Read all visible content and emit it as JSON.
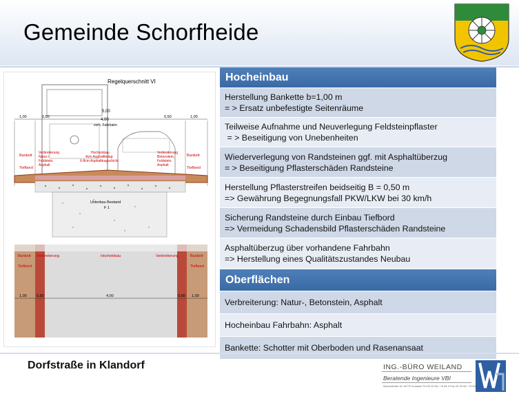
{
  "header": {
    "title": "Gemeinde Schorfheide"
  },
  "drawing": {
    "caption": "Regelquerschnitt VI",
    "dim_total": "5,00",
    "dim_road": "4,00",
    "dim_road_note": "vorh. Fahrbahn",
    "dim_left": "1,00",
    "dim_left_b": "0,50",
    "dim_right_b": "0,50",
    "dim_right": "1,00",
    "lbl_bankett_l": "Bankett",
    "lbl_tiefbord_l": "Tiefbord",
    "lbl_verbreiterung_l": "Verbreiterung\nNatur-/\nFeldstein,\nAsphalt",
    "lbl_hocheinbau": "Hocheinbau\n4cm Asphaltbelag\n6-8cm Asphalttragschicht",
    "lbl_verbreiterung_r": "Verbreiterung\nBetonstein,\nFeldstein,\nAsphalt",
    "lbl_bankett_r": "Bankett",
    "lbl_tiefbord_r": "Tiefbord",
    "lbl_unterbau": "Unterbau Bestand",
    "lbl_unterbau2": "F 1",
    "plan_bankett_l": "Bankett",
    "plan_verbreiterung_l": "Verbreiterung",
    "plan_tiefbord_l": "Tiefbord",
    "plan_hocheinbau": "Hocheinbau",
    "plan_verbreiterung_r": "Verbreiterung",
    "plan_bankett_r": "Bankett",
    "plan_tiefbord_r": "Tiefbord",
    "plan_dim_l": "1,00",
    "plan_dim_lb": "0,50",
    "plan_dim_road": "4,00",
    "plan_dim_rb": "0,50",
    "plan_dim_r": "1,00"
  },
  "panel": {
    "sections": [
      {
        "title": "Hocheinbau",
        "rows": [
          {
            "l1": "Herstellung Bankette b=1,00  m",
            "l2": "= > Ersatz unbefestigte Seitenräume"
          },
          {
            "l1": "Teilweise Aufnahme und Neuverlegung Feldsteinpflaster",
            "l2": " = > Beseitigung von Unebenheiten"
          },
          {
            "l1": "Wiederverlegung von Randsteinen ggf. mit Asphaltüberzug",
            "l2": "= > Beseitigung Pflasterschäden Randsteine"
          },
          {
            "l1": "Herstellung Pflasterstreifen beidseitig B = 0,50  m",
            "l2": "=> Gewährung Begegnungsfall PKW/LKW bei 30 km/h"
          },
          {
            "l1": "Sicherung Randsteine durch Einbau Tiefbord",
            "l2": "=> Vermeidung Schadensbild Pflasterschäden Randsteine"
          },
          {
            "l1": "Asphaltüberzug über vorhandene Fahrbahn",
            "l2": "=> Herstellung eines Qualitätszustandes Neubau"
          }
        ]
      },
      {
        "title": "Oberflächen",
        "rows": [
          {
            "l1": "Verbreiterung: Natur-, Betonstein, Asphalt",
            "l2": ""
          },
          {
            "l1": "Hocheinbau Fahrbahn: Asphalt",
            "l2": ""
          },
          {
            "l1": "Bankette: Schotter mit Oberboden und Rasenansaat",
            "l2": ""
          }
        ]
      }
    ]
  },
  "footer": {
    "location": "Dorfstraße in Klandorf",
    "logo_line1": "ING.-BÜRO WEILAND",
    "logo_line2": "Beratende Ingenieure VBI",
    "logo_line3": "Neuerstraße 31 16775 Gransee Tel.03 33 06 / 79 84 0 Fax 03 33 06 / 79 84 79"
  },
  "colors": {
    "header_blue": "#3a6aa6",
    "row_alt": "#cfd8e7",
    "row_light": "#e8edf5"
  }
}
